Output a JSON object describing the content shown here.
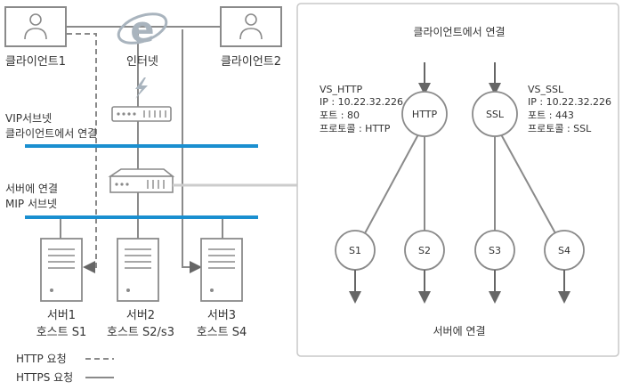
{
  "left": {
    "client1": "클라이언트1",
    "client2": "클라이언트2",
    "internet": "인터넷",
    "vip_subnet": "VIP서브넷",
    "vip_client_conn": "클라이언트에서 연결",
    "server_conn": "서버에 연결",
    "mip_subnet": "MIP 서브넷",
    "servers": [
      {
        "name": "서버1",
        "host": "호스트 S1"
      },
      {
        "name": "서버2",
        "host": "호스트 S2/s3"
      },
      {
        "name": "서버3",
        "host": "호스트 S4"
      }
    ],
    "legend": {
      "http": "HTTP 요청",
      "https": "HTTPS 요청"
    }
  },
  "right": {
    "title": "클라이언트에서 연결",
    "footer": "서버에 연결",
    "vs_http": {
      "label": "HTTP",
      "name": "VS_HTTP",
      "ip": "IP : 10.22.32.226",
      "port": "포트 : 80",
      "protocol": "프로토콜 : HTTP"
    },
    "vs_ssl": {
      "label": "SSL",
      "name": "VS_SSL",
      "ip": "IP : 10.22.32.226",
      "port": "포트 : 443",
      "protocol": "프로토콜 : SSL"
    },
    "nodes": [
      "S1",
      "S2",
      "S3",
      "S4"
    ]
  },
  "colors": {
    "subnet_line": "#1a8fd0",
    "internet_icon": "#a9b4be",
    "lightning": "#a9b4be",
    "outline": "#8a8a8a"
  }
}
